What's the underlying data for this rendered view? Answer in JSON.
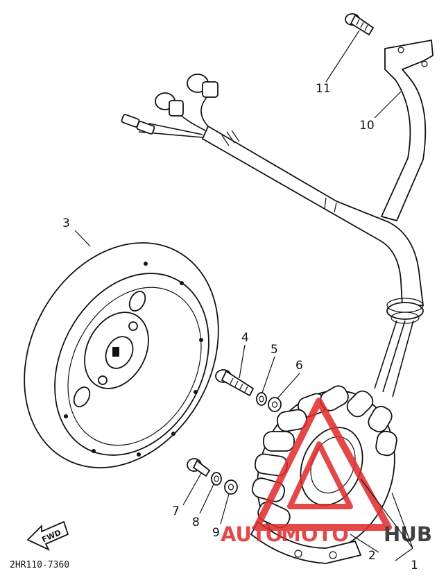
{
  "callouts": [
    {
      "id": "1",
      "label": "1"
    },
    {
      "id": "2",
      "label": "2"
    },
    {
      "id": "3",
      "label": "3"
    },
    {
      "id": "4",
      "label": "4"
    },
    {
      "id": "5",
      "label": "5"
    },
    {
      "id": "6",
      "label": "6"
    },
    {
      "id": "7",
      "label": "7"
    },
    {
      "id": "8",
      "label": "8"
    },
    {
      "id": "9",
      "label": "9"
    },
    {
      "id": "10",
      "label": "10"
    },
    {
      "id": "11",
      "label": "11"
    }
  ],
  "direction_label": "FWD",
  "diagram_code": "2HR110-7360",
  "watermark": {
    "part1": "AUTO",
    "part2": "MOTO",
    "part3": "HUB",
    "color_main": "#e02a2a",
    "color_accent": "#222222"
  }
}
